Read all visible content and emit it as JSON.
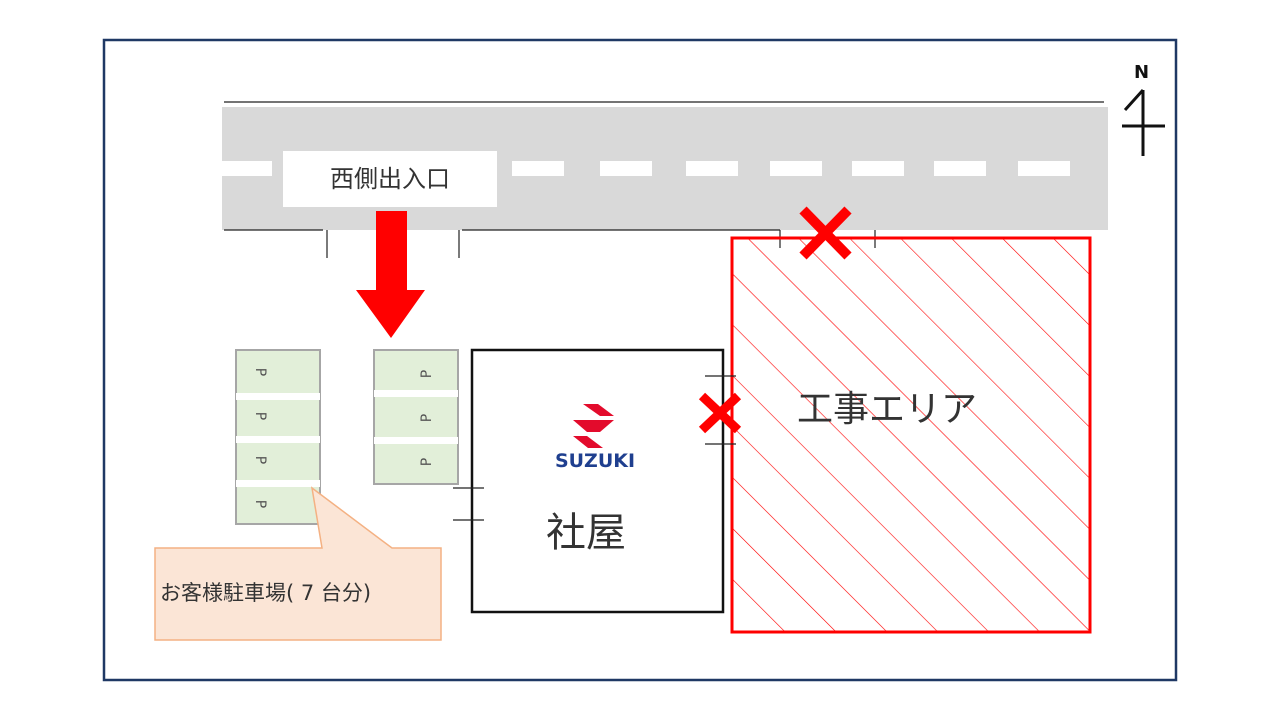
{
  "labels": {
    "entrance": "西側出入口",
    "construction_area": "工事エリア",
    "brand": "SUZUKI",
    "building": "社屋",
    "parking": "お客様駐車場( 7 台分)",
    "north": "N",
    "parking_mark": "P"
  },
  "parking": {
    "west_lot_spaces": 4,
    "east_lot_spaces": 3
  },
  "colors": {
    "frame": "#1f3864",
    "road": "#d9d9d9",
    "road_marking": "#ffffff",
    "arrow": "#ff0000",
    "construction": "#ff0000",
    "parking_fill": "#e2efd9",
    "parking_border": "#a6a6a6",
    "callout_fill": "#fbe5d6",
    "callout_border": "#f4b183",
    "suzuki_red": "#e30b2c",
    "suzuki_blue": "#1f3f8f"
  },
  "icons": {
    "closed_marker": "red-x-icon",
    "north_arrow": "north-arrow-icon",
    "brand_logo": "suzuki-s-logo-icon"
  }
}
